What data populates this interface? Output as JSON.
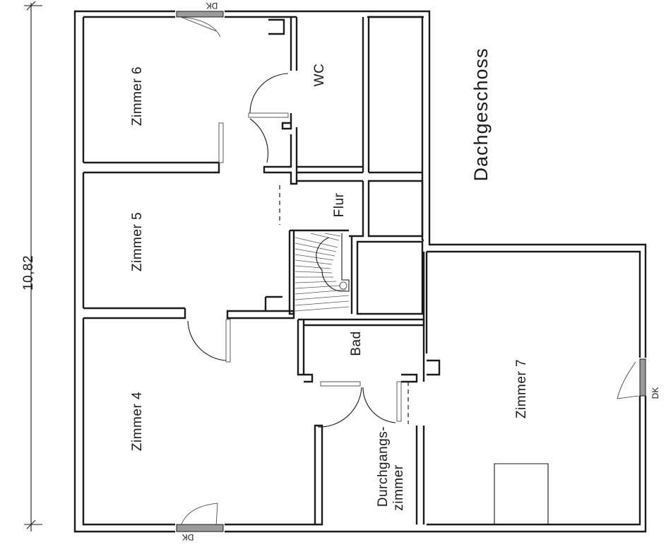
{
  "title": "Dachgeschoss",
  "dimension": "10,82",
  "rooms": {
    "zimmer6": "Zimmer 6",
    "zimmer5": "Zimmer 5",
    "zimmer4": "Zimmer 4",
    "zimmer7": "Zimmer 7",
    "wc": "WC",
    "flur": "Flur",
    "bad": "Bad",
    "durchgang_line1": "Durchgangs-",
    "durchgang_line2": "zimmer"
  },
  "window_labels": {
    "top": "DK",
    "bottom": "DK",
    "right": "DK"
  }
}
